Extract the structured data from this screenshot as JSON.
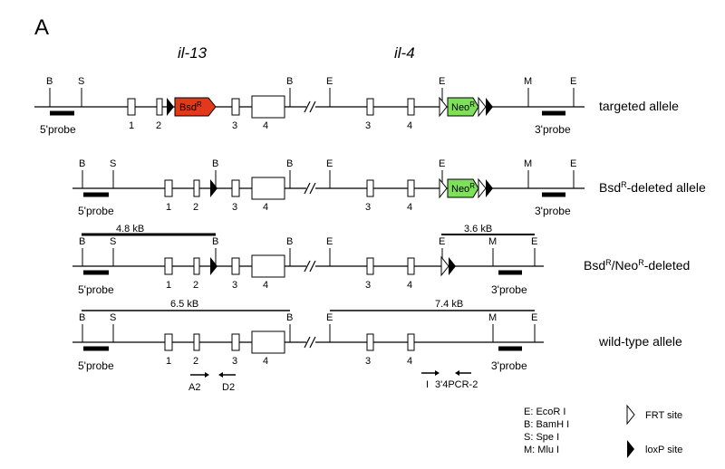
{
  "panel_label": "A",
  "genes": {
    "il13": "il-13",
    "il4": "il-4"
  },
  "alleles": {
    "targeted": "targeted allele",
    "bsd_deleted_pre": "Bsd",
    "bsd_deleted_sup": "R",
    "bsd_deleted_post": "-deleted allele",
    "bsdneo_a": "Bsd",
    "bsdneo_sup1": "R",
    "bsdneo_b": "/Neo",
    "bsdneo_sup2": "R",
    "bsdneo_c": "-deleted",
    "wildtype": "wild-type allele"
  },
  "markers": {
    "B": "B",
    "S": "S",
    "E": "E",
    "M": "M",
    "break": "//"
  },
  "exon_numbers": [
    "1",
    "2",
    "3",
    "4"
  ],
  "cassettes": {
    "bsd": "Bsd",
    "bsd_sup": "R",
    "neo": "Neo",
    "neo_sup": "R"
  },
  "probes": {
    "five": "5'probe",
    "three": "3'probe"
  },
  "fragments": {
    "f48": "4.8 kB",
    "f36": "3.6 kB",
    "f65": "6.5 kB",
    "f74": "7.4 kB"
  },
  "primers": {
    "a2": "A2",
    "d2": "D2",
    "i": "I",
    "pcr2": "3'4PCR-2"
  },
  "legend": {
    "e": "E: EcoR I",
    "b": "B: BamH I",
    "s": "S: Spe I",
    "m": "M: Mlu I",
    "frt": "FRT site",
    "loxp": "loxP site"
  },
  "colors": {
    "bsd": "#e2391b",
    "neo": "#7ee05a"
  }
}
